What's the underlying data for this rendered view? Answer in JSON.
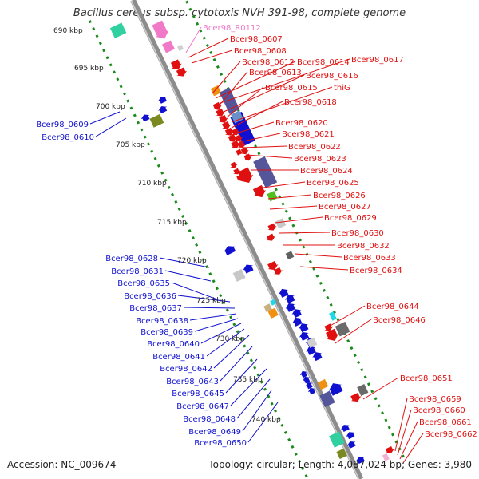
{
  "title": "Bacillus cereus subsp. cytotoxis NVH 391-98, complete genome",
  "accession": "Accession: NC_009674",
  "summary": "Topology: circular; Length: 4,087,024 bp; Genes: 3,980",
  "colors": {
    "red": "#e01010",
    "blue": "#1010d0",
    "pink": "#f07ac8",
    "gray": "#9a9a9a",
    "darkgray": "#707070",
    "purple": "#555599",
    "orange": "#f09010",
    "green": "#50c020",
    "teal": "#30d0a0",
    "cyan": "#20d8e8",
    "olive": "#7a8a20",
    "scale": "#1a8a1a",
    "backbone": "#8c8c8c"
  },
  "kbp_labels": [
    "690 kbp",
    "695 kbp",
    "700 kbp",
    "705 kbp",
    "710 kbp",
    "715 kbp",
    "720 kbp",
    "725 kbp",
    "730 kbp",
    "735 kbp",
    "740 kbp"
  ],
  "labels_right": [
    {
      "text": "Bcer98_R0112",
      "color": "pink"
    },
    {
      "text": "Bcer98_0607",
      "color": "red"
    },
    {
      "text": "Bcer98_0608",
      "color": "red"
    },
    {
      "text": "Bcer98_0612",
      "color": "red"
    },
    {
      "text": "Bcer98_0614",
      "color": "red"
    },
    {
      "text": "Bcer98_0617",
      "color": "red"
    },
    {
      "text": "Bcer98_0613",
      "color": "red"
    },
    {
      "text": "Bcer98_0616",
      "color": "red"
    },
    {
      "text": "Bcer98_0615",
      "color": "red"
    },
    {
      "text": "thiG",
      "color": "red"
    },
    {
      "text": "Bcer98_0618",
      "color": "red"
    },
    {
      "text": "Bcer98_0620",
      "color": "red"
    },
    {
      "text": "Bcer98_0621",
      "color": "red"
    },
    {
      "text": "Bcer98_0622",
      "color": "red"
    },
    {
      "text": "Bcer98_0623",
      "color": "red"
    },
    {
      "text": "Bcer98_0624",
      "color": "red"
    },
    {
      "text": "Bcer98_0625",
      "color": "red"
    },
    {
      "text": "Bcer98_0626",
      "color": "red"
    },
    {
      "text": "Bcer98_0627",
      "color": "red"
    },
    {
      "text": "Bcer98_0629",
      "color": "red"
    },
    {
      "text": "Bcer98_0630",
      "color": "red"
    },
    {
      "text": "Bcer98_0632",
      "color": "red"
    },
    {
      "text": "Bcer98_0633",
      "color": "red"
    },
    {
      "text": "Bcer98_0634",
      "color": "red"
    },
    {
      "text": "Bcer98_0644",
      "color": "red"
    },
    {
      "text": "Bcer98_0646",
      "color": "red"
    },
    {
      "text": "Bcer98_0651",
      "color": "red"
    },
    {
      "text": "Bcer98_0659",
      "color": "red"
    },
    {
      "text": "Bcer98_0660",
      "color": "red"
    },
    {
      "text": "Bcer98_0661",
      "color": "red"
    },
    {
      "text": "Bcer98_0662",
      "color": "red"
    }
  ],
  "labels_left": [
    {
      "text": "Bcer98_0609",
      "color": "blue"
    },
    {
      "text": "Bcer98_0610",
      "color": "blue"
    },
    {
      "text": "Bcer98_0628",
      "color": "blue"
    },
    {
      "text": "Bcer98_0631",
      "color": "blue"
    },
    {
      "text": "Bcer98_0635",
      "color": "blue"
    },
    {
      "text": "Bcer98_0636",
      "color": "blue"
    },
    {
      "text": "Bcer98_0637",
      "color": "blue"
    },
    {
      "text": "Bcer98_0638",
      "color": "blue"
    },
    {
      "text": "Bcer98_0639",
      "color": "blue"
    },
    {
      "text": "Bcer98_0640",
      "color": "blue"
    },
    {
      "text": "Bcer98_0641",
      "color": "blue"
    },
    {
      "text": "Bcer98_0642",
      "color": "blue"
    },
    {
      "text": "Bcer98_0643",
      "color": "blue"
    },
    {
      "text": "Bcer98_0645",
      "color": "blue"
    },
    {
      "text": "Bcer98_0647",
      "color": "blue"
    },
    {
      "text": "Bcer98_0648",
      "color": "blue"
    },
    {
      "text": "Bcer98_0649",
      "color": "blue"
    },
    {
      "text": "Bcer98_0650",
      "color": "blue"
    }
  ]
}
